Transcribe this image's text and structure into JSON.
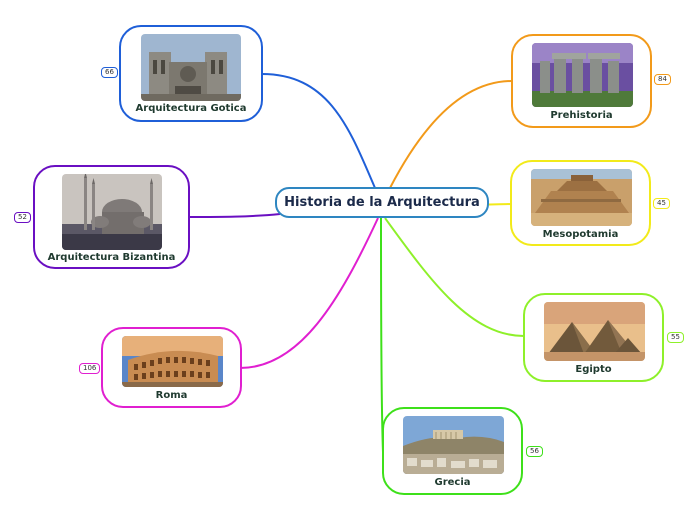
{
  "center": {
    "title": "Historia de la Arquitectura"
  },
  "nodes": {
    "gotica": {
      "label": "Arquitectura Gotica",
      "count": "66",
      "color": "#1f5fd8",
      "image_icon": "cathedral-photo"
    },
    "bizantina": {
      "label": "Arquitectura Bizantina",
      "count": "52",
      "color": "#6a0fc2",
      "image_icon": "mosque-photo"
    },
    "roma": {
      "label": "Roma",
      "count": "106",
      "color": "#e01fd0",
      "image_icon": "colosseum-photo"
    },
    "grecia": {
      "label": "Grecia",
      "count": "56",
      "color": "#3ee01a",
      "image_icon": "acropolis-photo"
    },
    "egipto": {
      "label": "Egipto",
      "count": "55",
      "color": "#8ef02a",
      "image_icon": "pyramids-photo"
    },
    "mesopotamia": {
      "label": "Mesopotamia",
      "count": "45",
      "color": "#f2ea1a",
      "image_icon": "ziggurat-photo"
    },
    "prehistoria": {
      "label": "Prehistoria",
      "count": "84",
      "color": "#f29a1a",
      "image_icon": "stonehenge-photo"
    }
  }
}
